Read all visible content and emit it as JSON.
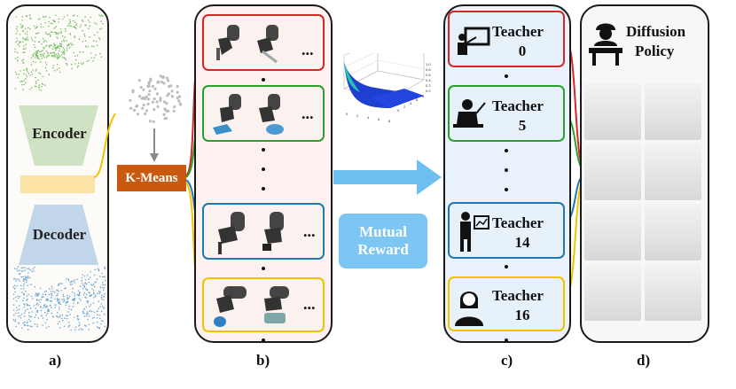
{
  "panel_a": {
    "encoder_label": "Encoder",
    "decoder_label": "Decoder",
    "caption": "a)"
  },
  "kmeans": {
    "label": "K-Means"
  },
  "panel_b": {
    "caption": "b)",
    "ellipsis": "..."
  },
  "mutual_reward": {
    "line1": "Mutual",
    "line2": "Reward"
  },
  "surface_plot": {
    "z_ticks": [
      "1.0",
      "0.8",
      "0.6",
      "0.4",
      "0.2",
      "0.0"
    ],
    "x_ticks": [
      "0",
      "2",
      "4",
      "6",
      "8"
    ],
    "y_ticks": [
      "0",
      "2",
      "4",
      "6",
      "8"
    ]
  },
  "panel_c": {
    "caption": "c)",
    "teachers": [
      {
        "name": "Teacher",
        "number": "0",
        "color": "#d62728",
        "icon": "presentation-board-icon"
      },
      {
        "name": "Teacher",
        "number": "5",
        "color": "#2ca02c",
        "icon": "lecturer-at-desk-icon"
      },
      {
        "name": "Teacher",
        "number": "14",
        "color": "#1f77b4",
        "icon": "presenter-with-chart-icon"
      },
      {
        "name": "Teacher",
        "number": "16",
        "color": "#e6b800",
        "icon": "female-teacher-icon"
      }
    ]
  },
  "panel_d": {
    "title_line1": "Diffusion",
    "title_line2": "Policy",
    "caption": "d)"
  },
  "colors": {
    "red": "#d62728",
    "green": "#2ca02c",
    "blue": "#1f77b4",
    "yellow": "#f2c200",
    "kmeans_fill": "#c8590f",
    "encoder_fill": "#cfe3c4",
    "decoder_fill": "#c2d6ea",
    "latent_fill": "#fbe3a6",
    "arrow_fill": "#6fc0f2"
  }
}
